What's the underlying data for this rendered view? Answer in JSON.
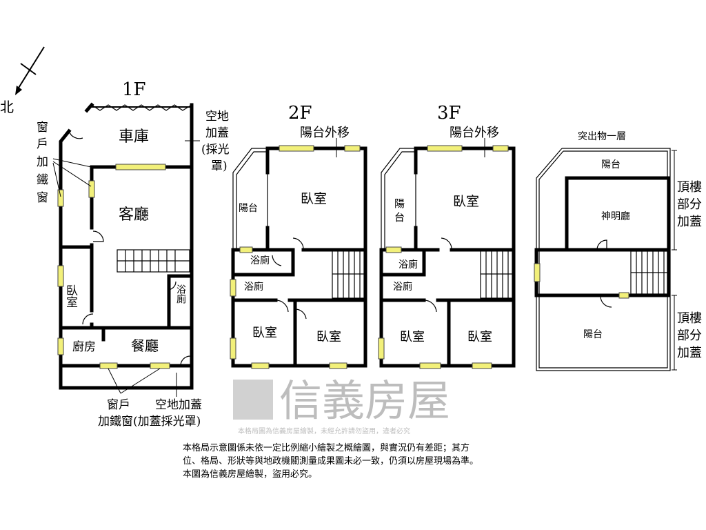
{
  "compass": {
    "north": "北"
  },
  "floor1": {
    "title": "1F",
    "garage": "車庫",
    "living": "客廳",
    "bedroom": "臥室",
    "bath": "浴廁",
    "kitchen": "廚房",
    "dining": "餐廳",
    "note_window_left": [
      "窗",
      "戶",
      "加",
      "鐵",
      "窗"
    ],
    "note_right": [
      "空地",
      "加蓋",
      "(採光",
      "罩)"
    ],
    "note_bottom_1": "窗戶",
    "note_bottom_2": "空地加蓋",
    "note_bottom_3": "加鐵窗(加蓋採光罩)"
  },
  "floor2": {
    "title": "2F",
    "balcony_move": "陽台外移",
    "balcony": "陽台",
    "bedroom_main": "臥室",
    "bath1": "浴廁",
    "bath2": "浴廁",
    "bedroom_left": "臥室",
    "bedroom_right": "臥室"
  },
  "floor3": {
    "title": "3F",
    "balcony_move": "陽台外移",
    "balcony_a": "陽",
    "balcony_b": "台",
    "bedroom_main": "臥室",
    "bath1": "浴廁",
    "bath2": "浴廁",
    "bedroom_left": "臥室",
    "bedroom_right": "臥室"
  },
  "roof": {
    "title": "突出物一層",
    "balcony_top": "陽台",
    "shrine": "神明廳",
    "balcony_bottom": "陽台",
    "note_top": [
      "頂樓",
      "部分",
      "加蓋"
    ],
    "note_bottom": [
      "頂樓",
      "部分",
      "加蓋"
    ]
  },
  "watermark": {
    "brand": "信義房屋",
    "small": "本格局圖為信義房屋繪製，未經允許請勿盜用，違者必究"
  },
  "disclaimer": [
    "本格局示意圖係未依一定比例縮小繪製之概繪圖，與實況仍有差距；其方",
    "位、格局、形狀等與地政機關測量成果圖未必一致，仍須以房屋現場為準。",
    "本圖為信義房屋繪製，盜用必究。"
  ]
}
